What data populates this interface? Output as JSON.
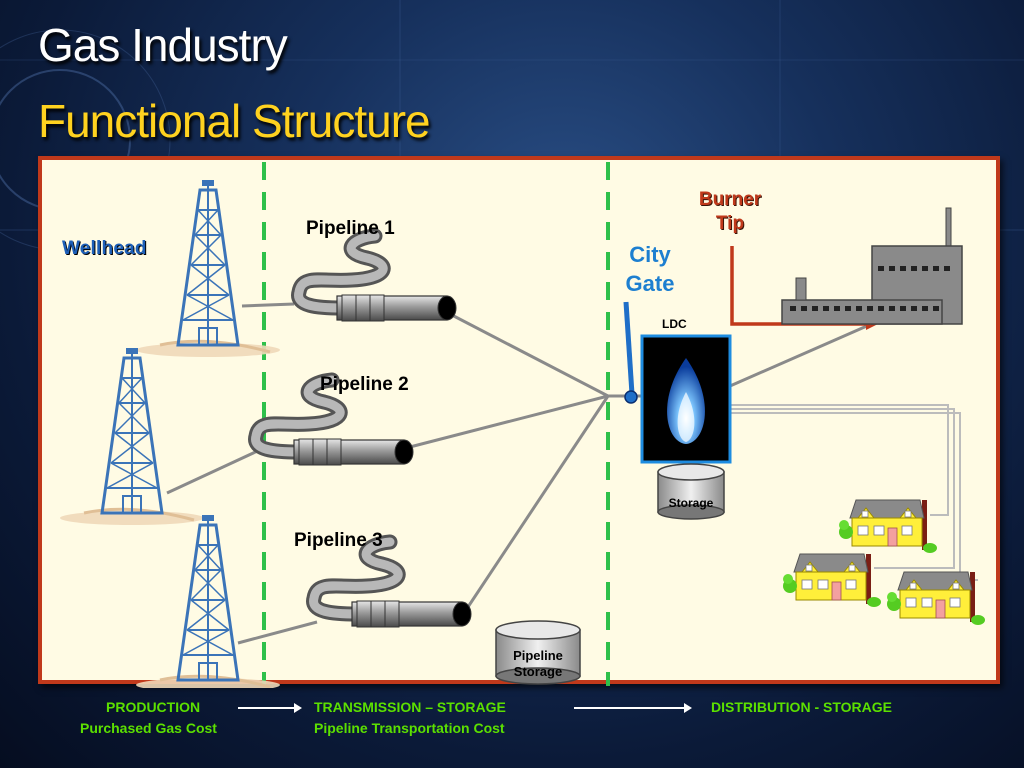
{
  "slide": {
    "title_line1": "Gas Industry",
    "title_line2": "Functional Structure"
  },
  "diagram": {
    "wellhead_label": "Wellhead",
    "pipelines": [
      "Pipeline 1",
      "Pipeline 2",
      "Pipeline 3"
    ],
    "city_gate_line1": "City",
    "city_gate_line2": "Gate",
    "burner_tip_line1": "Burner",
    "burner_tip_line2": "Tip",
    "ldc_label": "LDC",
    "storage_label": "Storage",
    "pipeline_storage_line1": "Pipeline",
    "pipeline_storage_line2": "Storage"
  },
  "footer": {
    "production": "PRODUCTION",
    "purchased_gas_cost": "Purchased Gas Cost",
    "transmission": "TRANSMISSION – STORAGE",
    "pipeline_transport_cost": "Pipeline Transportation Cost",
    "distribution": "DISTRIBUTION - STORAGE"
  },
  "colors": {
    "panel_border": "#c0391b",
    "panel_fill": "#fffbe4",
    "divider": "#2ec04a",
    "footer_text": "#5ce000",
    "title_accent": "#ffd21f"
  }
}
